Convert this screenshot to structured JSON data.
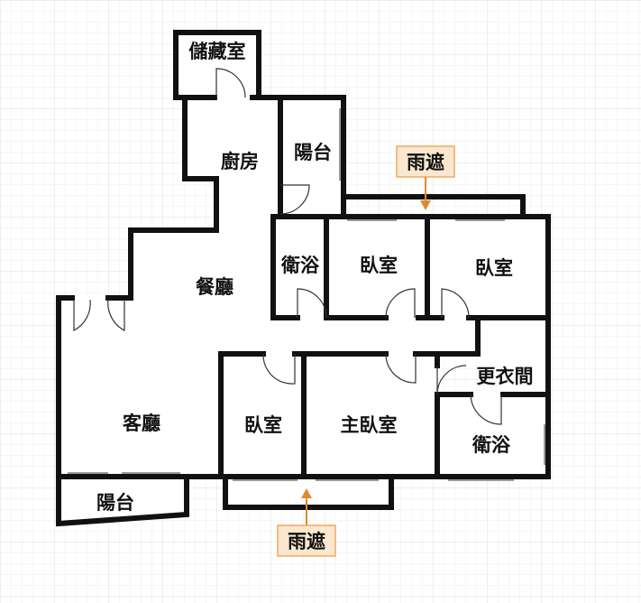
{
  "rooms": {
    "storage": "儲藏室",
    "kitchen": "廚房",
    "balcony_top": "陽台",
    "rain_shelter_top": "雨遮",
    "bath_1": "衛浴",
    "bedroom_1": "臥室",
    "bedroom_2": "臥室",
    "dining": "餐廳",
    "closet": "更衣間",
    "living": "客廳",
    "bedroom_3": "臥室",
    "master_bedroom": "主臥室",
    "bath_2": "衛浴",
    "balcony_bottom": "陽台",
    "rain_shelter_bottom": "雨遮"
  },
  "colors": {
    "wall": "#111111",
    "grid": "#e3e3e3",
    "tag_fill": "#fbe7cf",
    "tag_border": "#f0a860",
    "arrow": "#e08a30",
    "window": "#9a9a9a"
  }
}
